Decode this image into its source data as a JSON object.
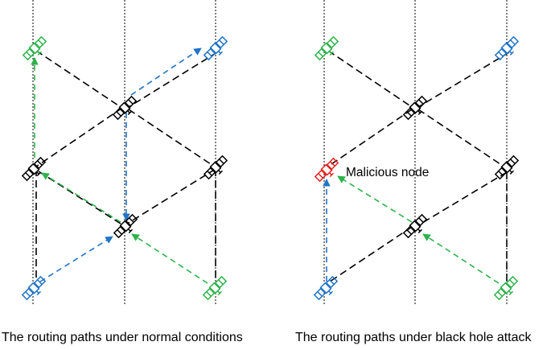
{
  "colors": {
    "black": "#000000",
    "blue": "#1f74c7",
    "green": "#2db34a",
    "red": "#e8211f"
  },
  "panels": [
    {
      "caption": "The routing paths under normal conditions",
      "node_label": "",
      "nodes": [
        {
          "id": "n1",
          "color": "green",
          "icon": "satellite-icon"
        },
        {
          "id": "n2",
          "color": "blue",
          "icon": "satellite-icon"
        },
        {
          "id": "n3",
          "color": "black",
          "icon": "satellite-icon"
        },
        {
          "id": "n4",
          "color": "black",
          "icon": "satellite-icon"
        },
        {
          "id": "n5",
          "color": "black",
          "icon": "satellite-icon"
        },
        {
          "id": "n6",
          "color": "black",
          "icon": "satellite-icon"
        },
        {
          "id": "n7",
          "color": "blue",
          "icon": "satellite-icon"
        },
        {
          "id": "n8",
          "color": "green",
          "icon": "satellite-icon"
        }
      ]
    },
    {
      "caption": "The routing paths under black hole attack",
      "node_label": "Malicious node",
      "nodes": [
        {
          "id": "n1",
          "color": "green",
          "icon": "satellite-icon"
        },
        {
          "id": "n2",
          "color": "blue",
          "icon": "satellite-icon"
        },
        {
          "id": "n3",
          "color": "black",
          "icon": "satellite-icon"
        },
        {
          "id": "n4",
          "color": "red",
          "icon": "satellite-icon"
        },
        {
          "id": "n5",
          "color": "black",
          "icon": "satellite-icon"
        },
        {
          "id": "n6",
          "color": "black",
          "icon": "satellite-icon"
        },
        {
          "id": "n7",
          "color": "blue",
          "icon": "satellite-icon"
        },
        {
          "id": "n8",
          "color": "green",
          "icon": "satellite-icon"
        }
      ]
    }
  ]
}
